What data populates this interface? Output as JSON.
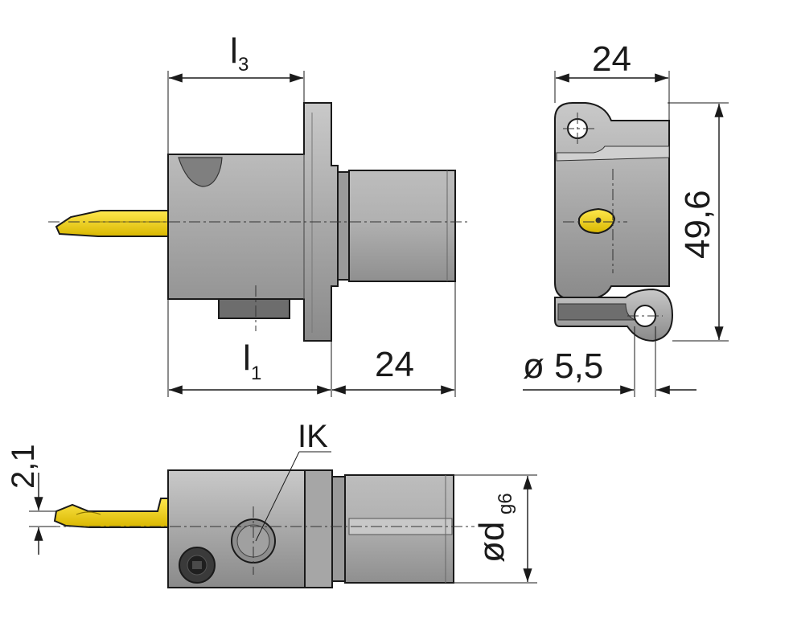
{
  "labels": {
    "l3": "l",
    "l3_sub": "3",
    "l1": "l",
    "l1_sub": "1",
    "front_width": "24",
    "side_width": "24",
    "height": "49,6",
    "hole_dia": "ø 5,5",
    "ik": "IK",
    "tip_offset": "2,1",
    "shank_dia": "ød",
    "shank_dia_sub": "g6"
  },
  "colors": {
    "body_gray": "#a8a8a8",
    "body_dark": "#7d7d7d",
    "insert_yellow": "#f2d200",
    "line": "#1a1a1a"
  }
}
